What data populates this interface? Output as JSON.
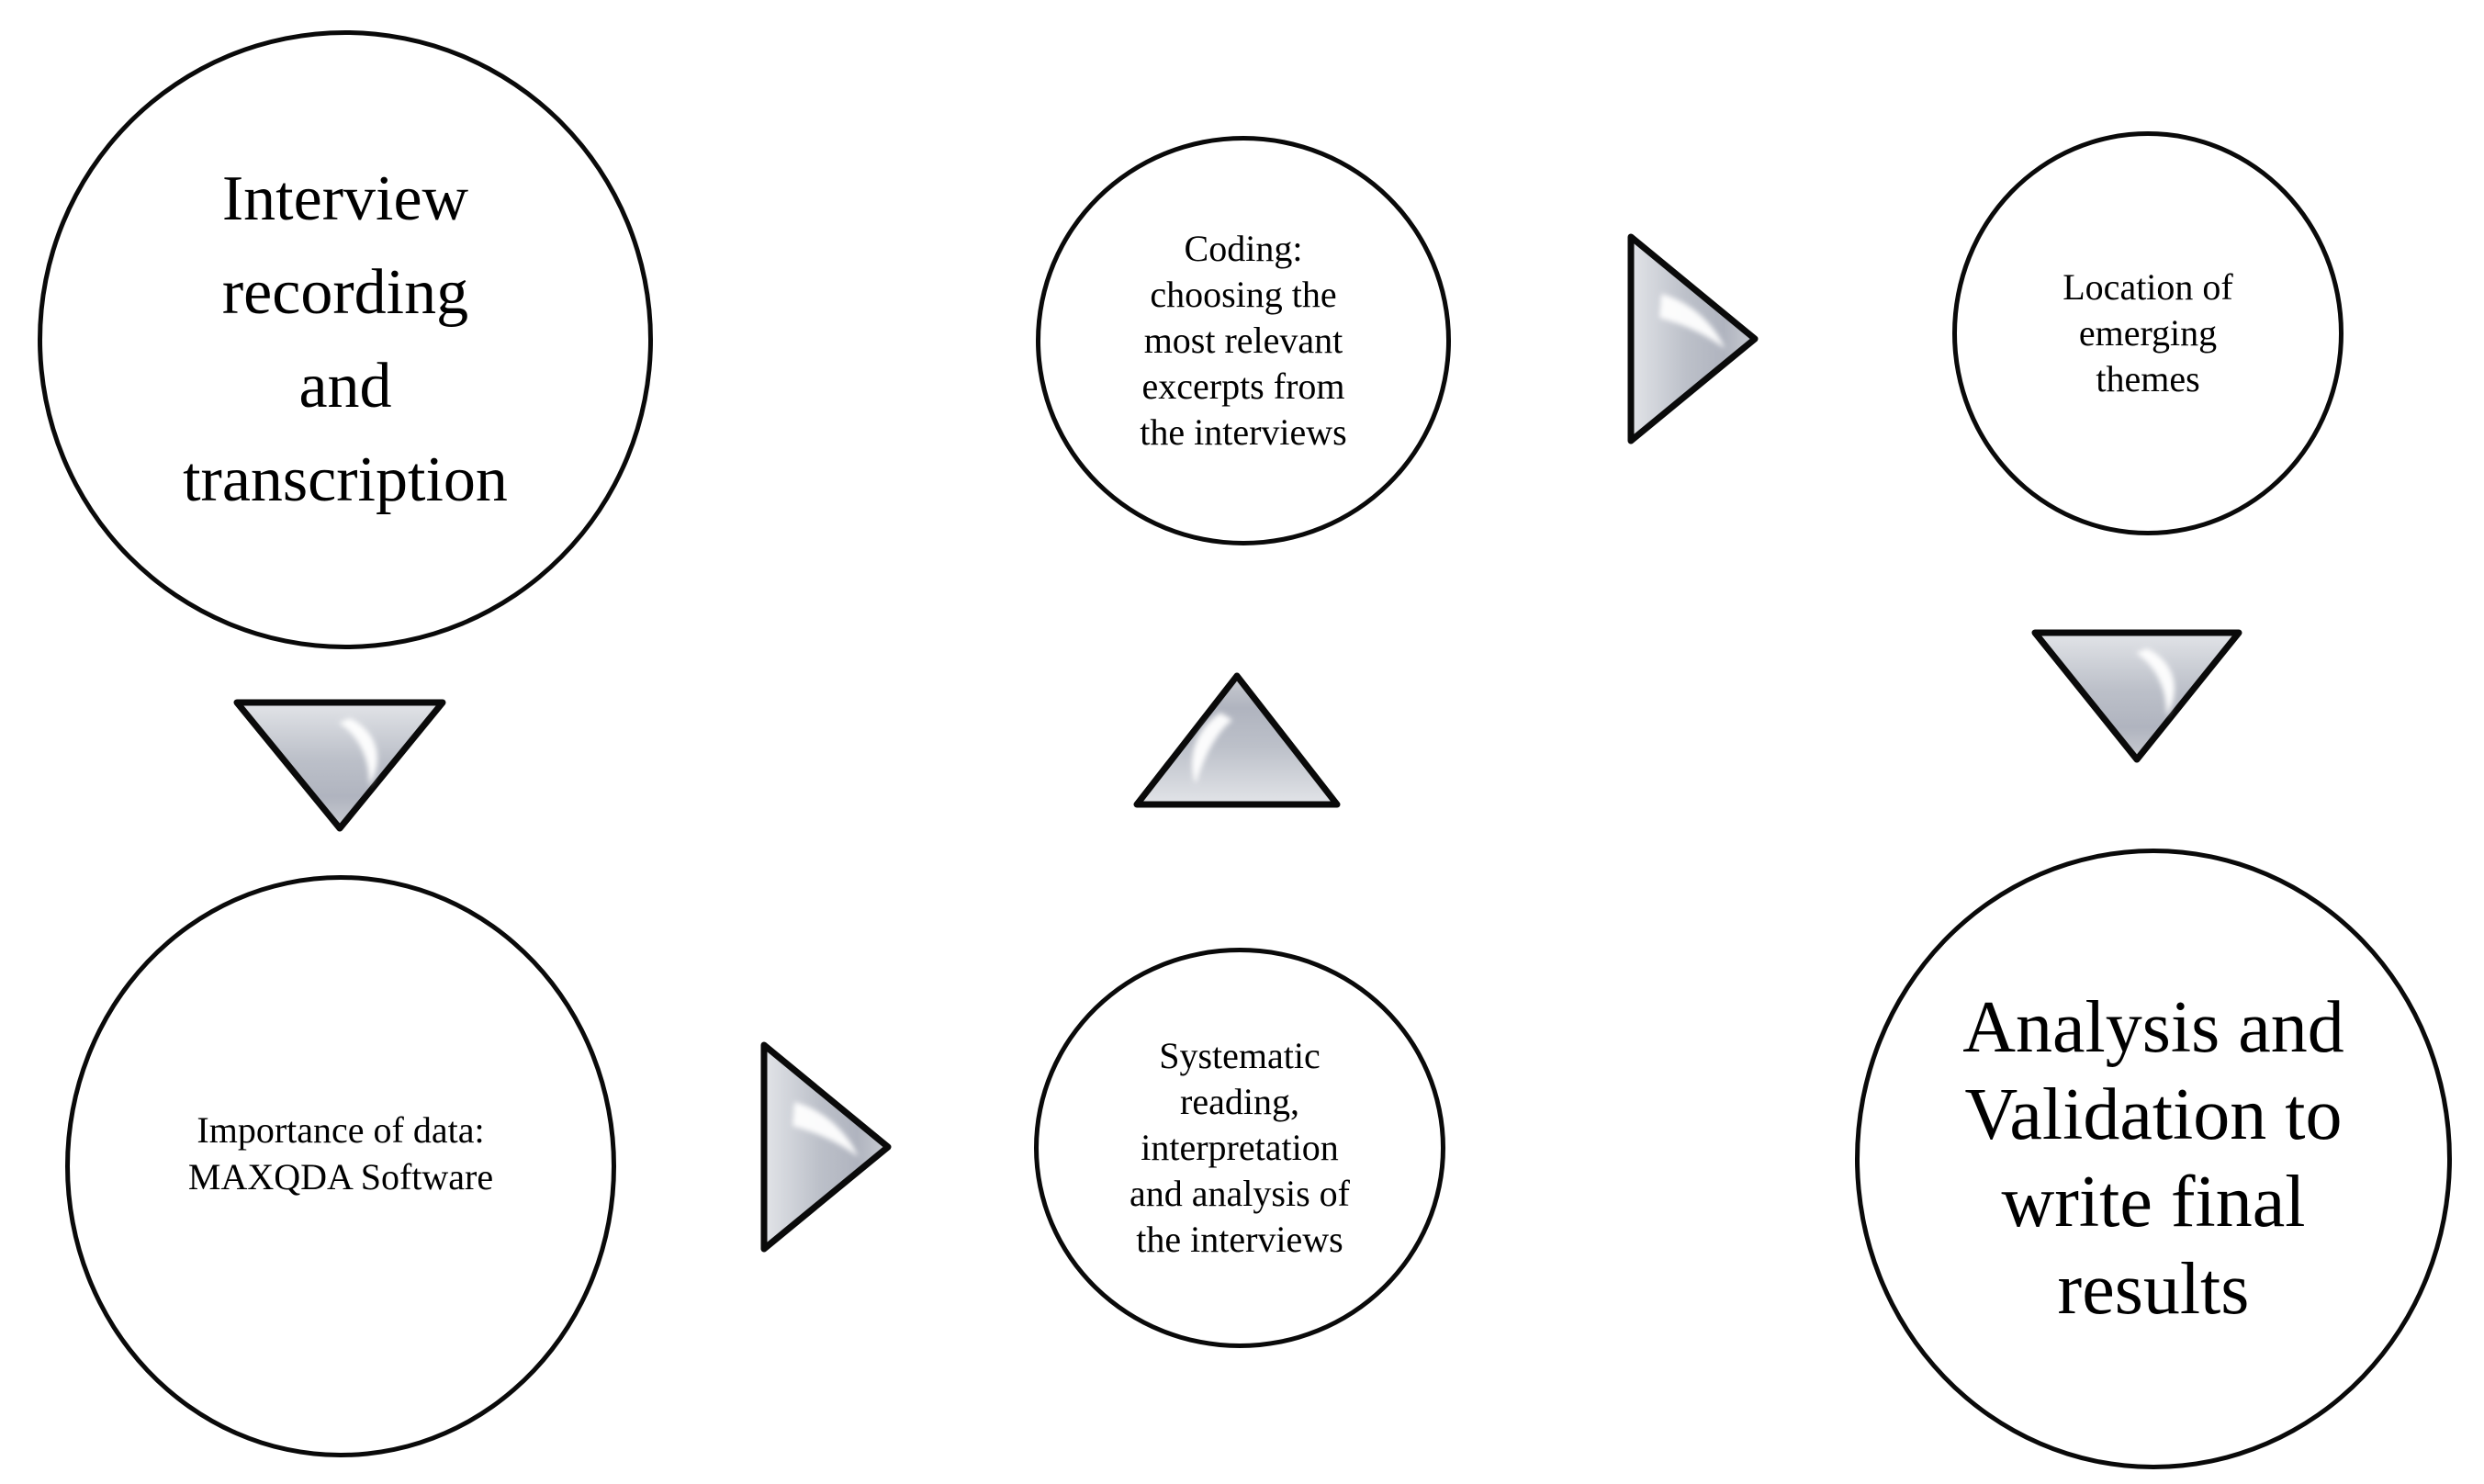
{
  "figure": {
    "type": "flow-diagram",
    "description_nodes_order": "interview -> maxqda -> systematic -> coding -> themes -> analysis"
  },
  "nodes": [
    {
      "id": "interview",
      "size": "large",
      "label": "Interview\nrecording\nand\ntranscription"
    },
    {
      "id": "maxqda",
      "size": "large",
      "label": "Importance of data:\nMAXQDA Software"
    },
    {
      "id": "systematic",
      "size": "small",
      "label": "Systematic\nreading,\ninterpretation\nand analysis of\nthe interviews"
    },
    {
      "id": "coding",
      "size": "small",
      "label": "Coding:\nchoosing the\nmost relevant\nexcerpts from\nthe interviews"
    },
    {
      "id": "themes",
      "size": "small",
      "label": "Location of\nemerging\nthemes"
    },
    {
      "id": "analysis",
      "size": "large",
      "label": "Analysis and\nValidation to\nwrite final\nresults"
    }
  ],
  "arrows": [
    {
      "id": "a1",
      "direction": "down",
      "from": "interview",
      "to": "maxqda"
    },
    {
      "id": "a2",
      "direction": "right",
      "from": "maxqda",
      "to": "systematic"
    },
    {
      "id": "a3",
      "direction": "up",
      "from": "systematic",
      "to": "coding"
    },
    {
      "id": "a4",
      "direction": "right",
      "from": "coding",
      "to": "themes"
    },
    {
      "id": "a5",
      "direction": "down",
      "from": "themes",
      "to": "analysis"
    }
  ],
  "colors": {
    "background": "#ffffff",
    "circle_fill": "#ffffff",
    "circle_stroke": "#0a0a0a",
    "text": "#000000",
    "arrow_stroke": "#0a0a0a",
    "arrow_fill_light": "#e2e4e8",
    "arrow_fill_mid": "#bcc0c9",
    "arrow_fill_dark": "#b0b4bf",
    "arrow_fill_apex": "#c9ccd2",
    "arrow_gloss": "#ffffff"
  }
}
